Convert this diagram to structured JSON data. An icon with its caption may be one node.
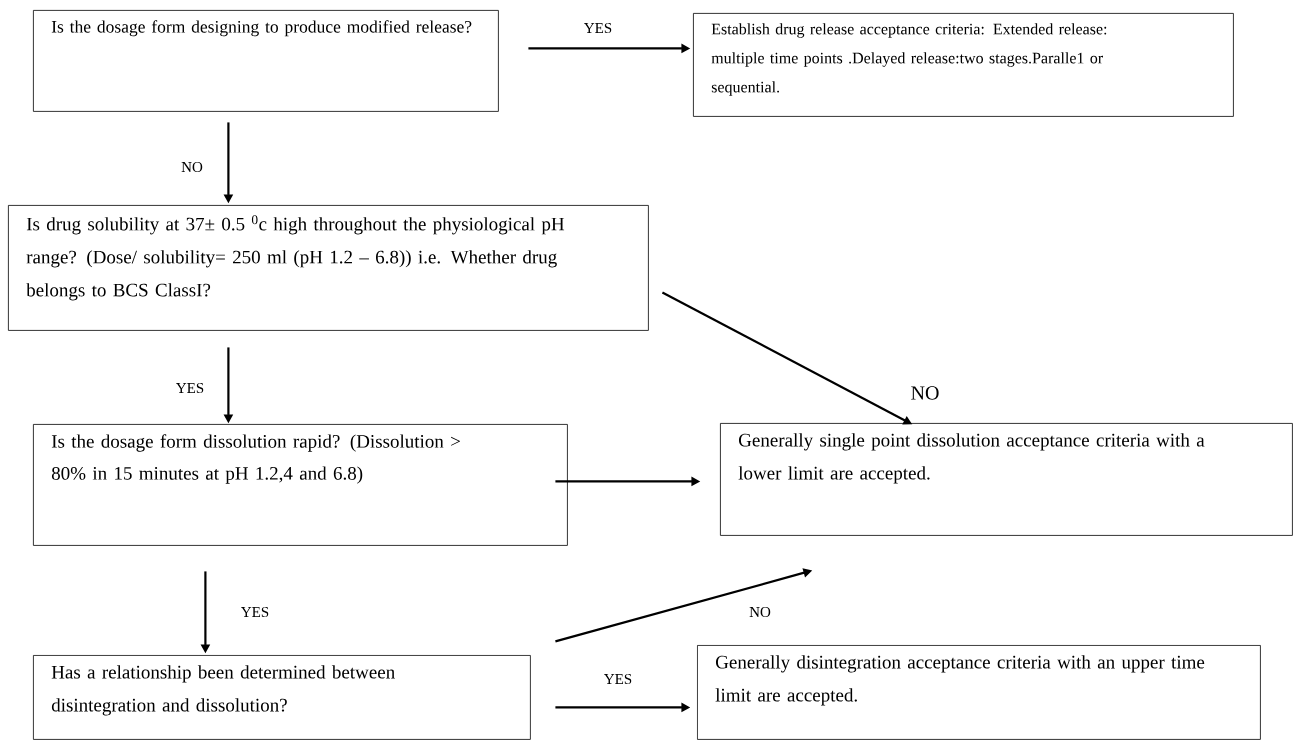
{
  "diagram": {
    "nodes": [
      {
        "text": [
          "Is the dosage form designing to produce modified release?"
        ]
      },
      {
        "text": [
          "Establish drug release acceptance criteria: Extended release: multiple time points .Delayed release:two stages.Paralle1 or sequential."
        ]
      },
      {
        "text": [
          "Is drug solubility at 37± 0.5 $^{0}$c high throughout the physiological pH range? (Dose/ solubility= 250 ml (pH 1.2 – 6.8)) i.e. Whether drug belongs to BCS ClassI?"
        ]
      },
      {
        "text": [
          "Is the dosage form dissolution rapid? (Dissolution > 80% in 15 minutes at pH 1.2,4 and 6.8)"
        ]
      },
      {
        "text": [
          "Generally single point dissolution acceptance criteria with a lower limit are accepted."
        ]
      },
      {
        "text": [
          "Has a relationship been determined between disintegration and dissolution?"
        ]
      },
      {
        "text": [
          "Generally disintegration acceptance criteria with an upper time limit are accepted."
        ]
      }
    ],
    "edges": [
      {
        "from": 0,
        "to": 1,
        "arrow": "to",
        "label": "YES"
      },
      {
        "from": 0,
        "to": 2,
        "arrow": "to",
        "label": "NO"
      },
      {
        "from": 2,
        "to": 4,
        "arrow": "to",
        "label": "NO"
      },
      {
        "from": 2,
        "to": 3,
        "arrow": "to",
        "label": "YES"
      },
      {
        "from": 3,
        "to": 4,
        "arrow": "to"
      },
      {
        "from": 3,
        "to": 5,
        "arrow": "to",
        "label": "YES"
      },
      {
        "from": 5,
        "to": 4,
        "arrow": "to",
        "label": "NO"
      },
      {
        "from": 5,
        "to": 6,
        "arrow": "to",
        "label": "YES"
      }
    ]
  }
}
